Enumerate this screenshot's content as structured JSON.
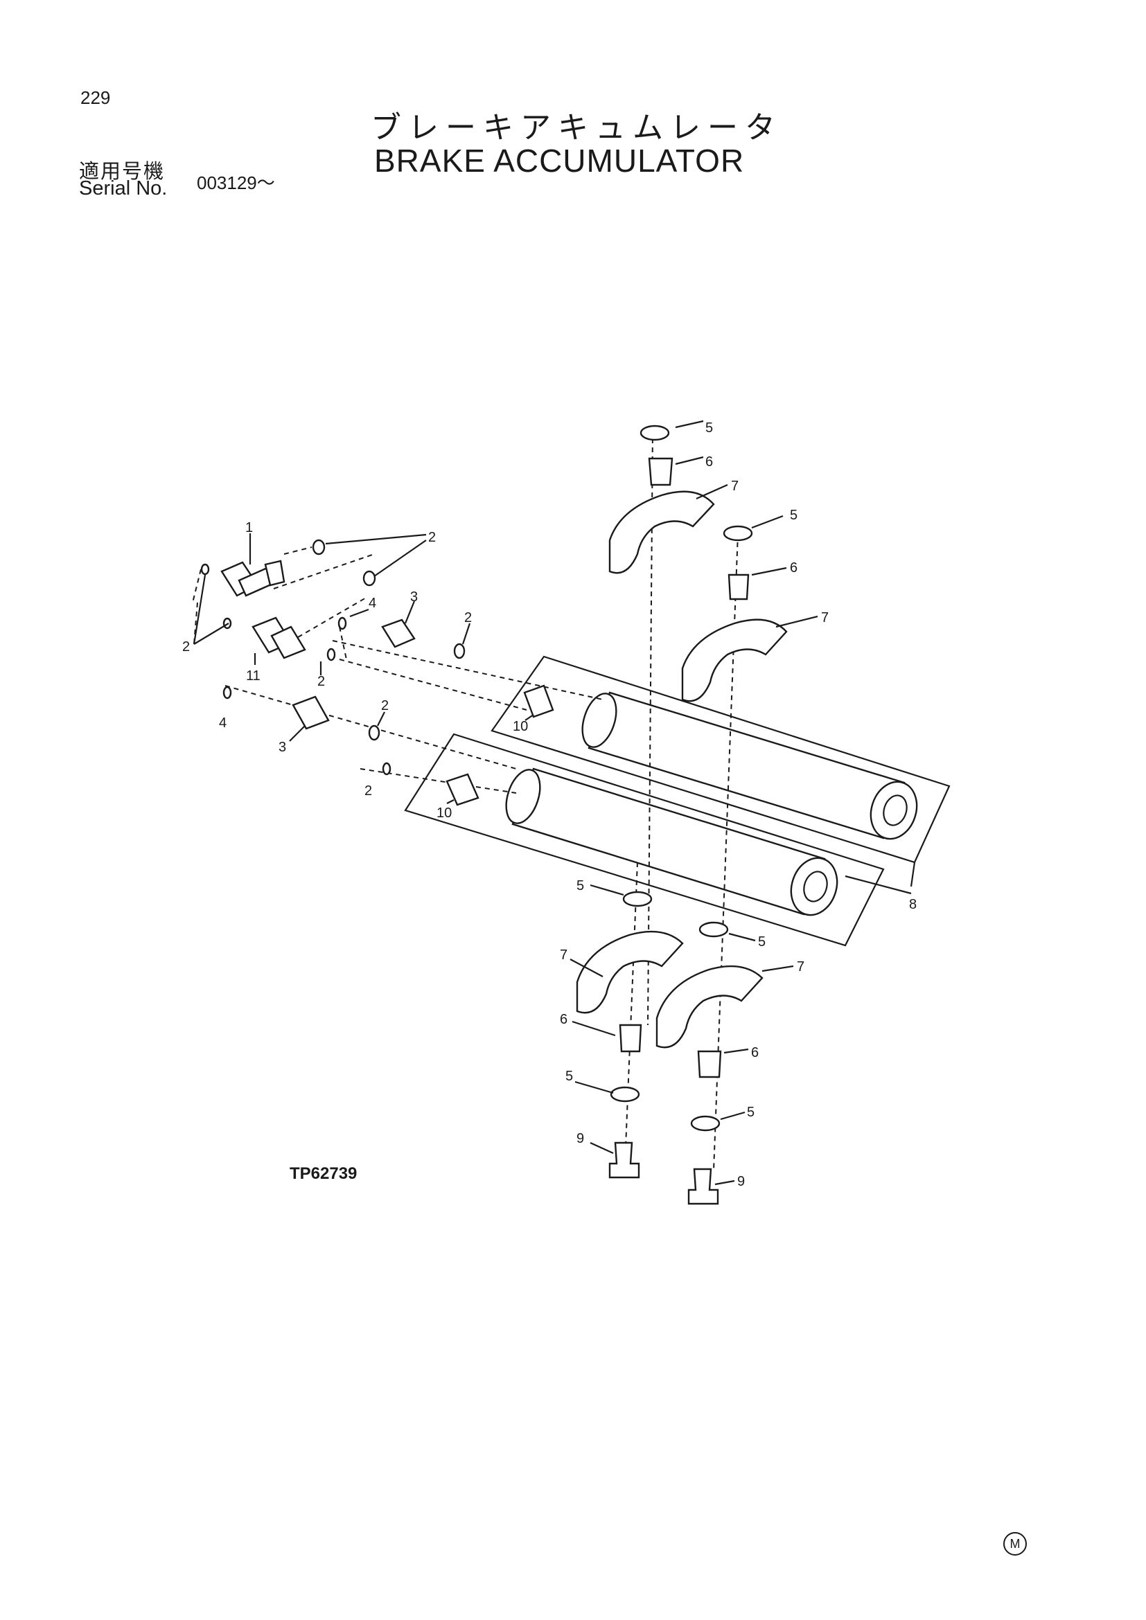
{
  "page": {
    "number": "229",
    "title_jp": "ブレーキアキュムレータ",
    "title_en": "BRAKE ACCUMULATOR",
    "serial_label_jp": "適用号機",
    "serial_label_en": "Serial No.",
    "serial_value": "003129～",
    "drawing_code": "TP62739",
    "corner_mark": "M"
  },
  "callouts": [
    {
      "id": "c1",
      "text": "1"
    },
    {
      "id": "c2a",
      "text": "2"
    },
    {
      "id": "c2b",
      "text": "2"
    },
    {
      "id": "c2c",
      "text": "2"
    },
    {
      "id": "c2d",
      "text": "2"
    },
    {
      "id": "c2e",
      "text": "2"
    },
    {
      "id": "c2f",
      "text": "2"
    },
    {
      "id": "c3a",
      "text": "3"
    },
    {
      "id": "c3b",
      "text": "3"
    },
    {
      "id": "c4a",
      "text": "4"
    },
    {
      "id": "c4b",
      "text": "4"
    },
    {
      "id": "c5a",
      "text": "5"
    },
    {
      "id": "c5b",
      "text": "5"
    },
    {
      "id": "c5c",
      "text": "5"
    },
    {
      "id": "c5d",
      "text": "5"
    },
    {
      "id": "c5e",
      "text": "5"
    },
    {
      "id": "c5f",
      "text": "5"
    },
    {
      "id": "c6a",
      "text": "6"
    },
    {
      "id": "c6b",
      "text": "6"
    },
    {
      "id": "c6c",
      "text": "6"
    },
    {
      "id": "c6d",
      "text": "6"
    },
    {
      "id": "c7a",
      "text": "7"
    },
    {
      "id": "c7b",
      "text": "7"
    },
    {
      "id": "c7c",
      "text": "7"
    },
    {
      "id": "c7d",
      "text": "7"
    },
    {
      "id": "c8",
      "text": "8"
    },
    {
      "id": "c9a",
      "text": "9"
    },
    {
      "id": "c9b",
      "text": "9"
    },
    {
      "id": "c10a",
      "text": "10"
    },
    {
      "id": "c10b",
      "text": "10"
    },
    {
      "id": "c11",
      "text": "11"
    }
  ]
}
